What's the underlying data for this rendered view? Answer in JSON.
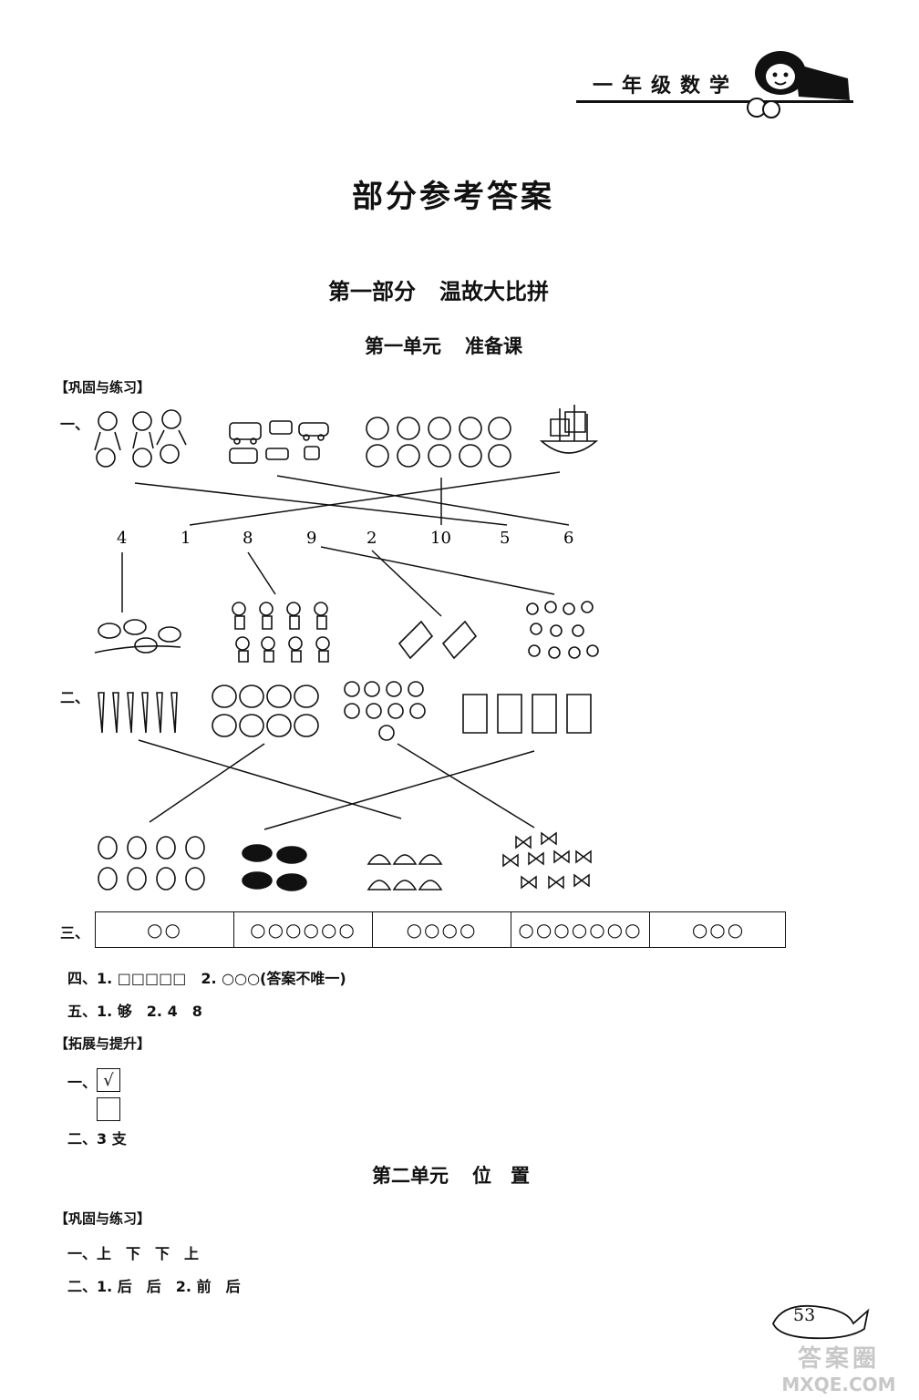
{
  "header": {
    "title": "一年级数学"
  },
  "title": "部分参考答案",
  "part": {
    "name": "第一部分",
    "subtitle": "温故大比拼"
  },
  "unit1": {
    "name": "第一单元",
    "subtitle": "准备课",
    "section_practice": "【巩固与练习】",
    "q1_label": "一、",
    "q1_numbers": [
      "4",
      "1",
      "8",
      "9",
      "2",
      "10",
      "5",
      "6"
    ],
    "q2_label": "二、",
    "q3_label": "三、",
    "q3_cells": [
      "○○",
      "○○○○○○",
      "○○○○",
      "○○○○○○○",
      "○○○"
    ],
    "q4_text": "四、1. □□□□□　2. ○○○(答案不唯一)",
    "q5_text": "五、1. 够　2. 4　8",
    "section_extend": "【拓展与提升】",
    "ext1_label": "一、",
    "ext1_check": "√",
    "ext2_text": "二、3 支"
  },
  "unit2": {
    "name": "第二单元",
    "subtitle": "位　置",
    "section_practice": "【巩固与练习】",
    "q1_text": "一、上　下　下　上",
    "q2_text": "二、1. 后　后　2. 前　后"
  },
  "page_number": "53",
  "watermark": {
    "line1": "答案圈",
    "line2": "MXQE.COM"
  }
}
